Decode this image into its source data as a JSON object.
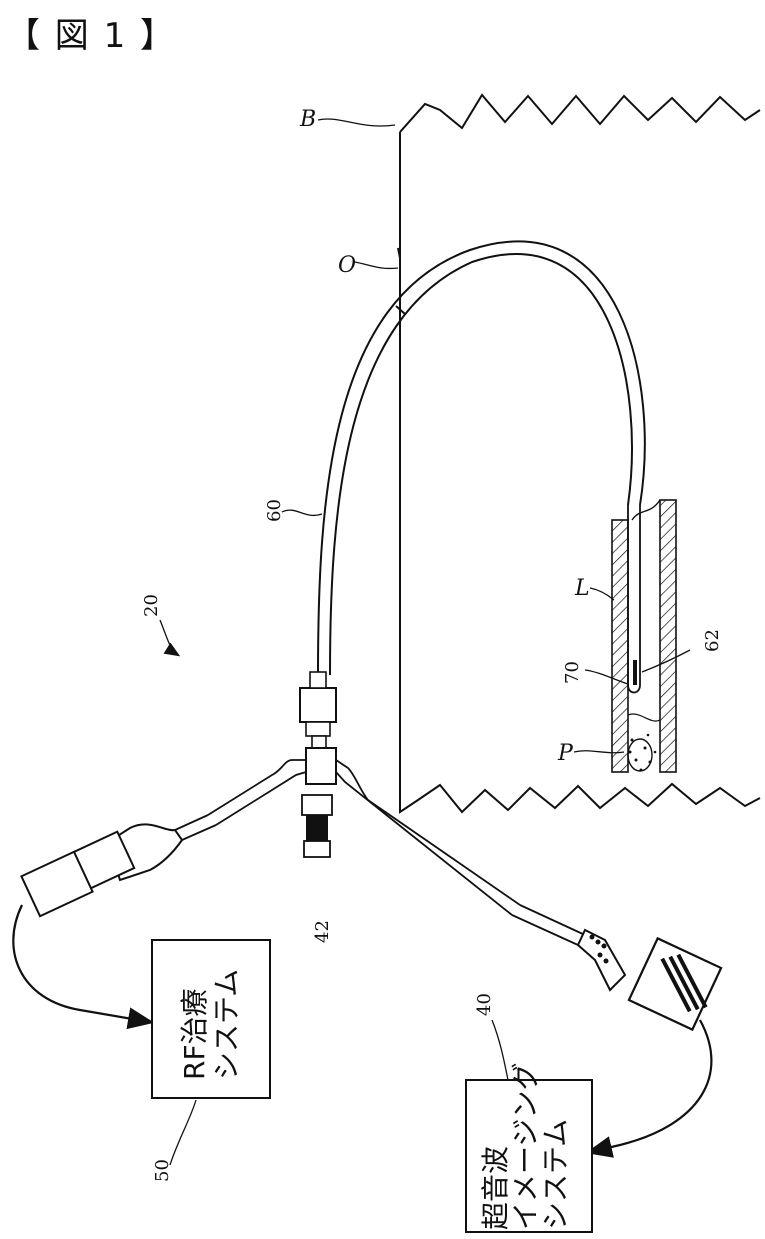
{
  "figure_title": "【 図 1 】",
  "labels": {
    "body": "B",
    "opening": "O",
    "catheter_shaft": "60",
    "system": "20",
    "lumen": "L",
    "probe": "70",
    "tip": "62",
    "plaque": "P",
    "connector": "42",
    "imaging_system_ref": "40",
    "rf_system_ref": "50"
  },
  "rf_box": {
    "line1": "RF治療",
    "line2": "システム"
  },
  "imaging_box": {
    "line1": "超音波",
    "line2": "イメージング",
    "line3": "システム"
  }
}
